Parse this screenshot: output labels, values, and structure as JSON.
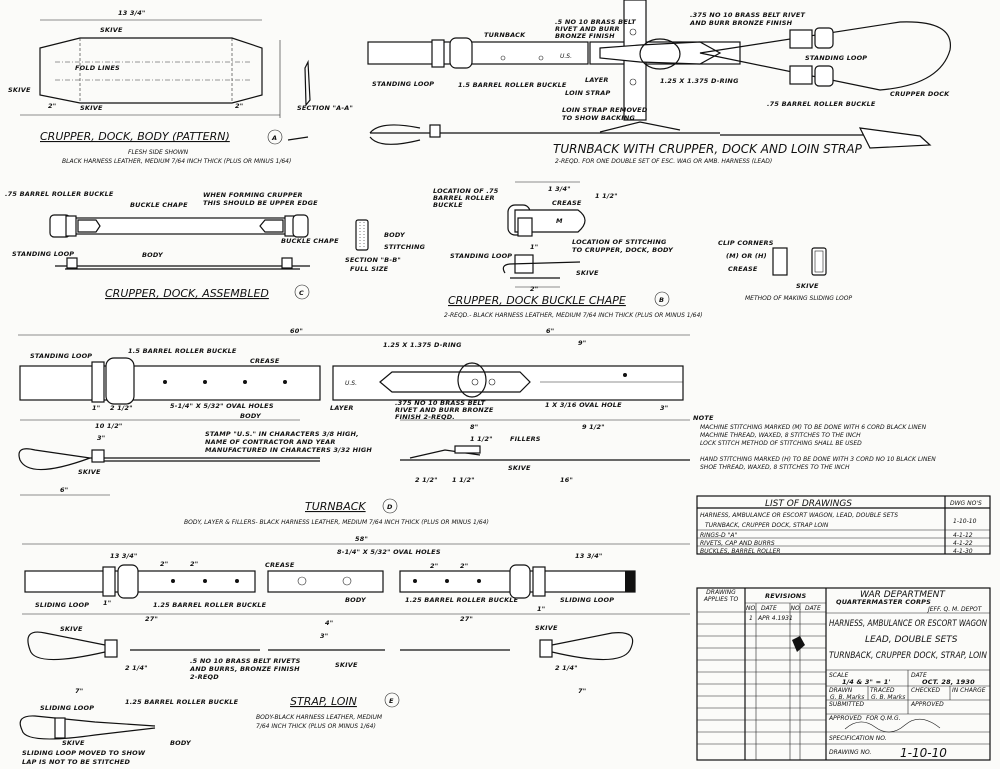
{
  "pattern": {
    "title": "CRUPPER, DOCK, BODY (PATTERN)",
    "mark": "A",
    "sub1": "FLESH SIDE SHOWN",
    "sub2": "BLACK HARNESS LEATHER, MEDIUM 7/64 INCH THICK (PLUS OR MINUS 1/64)",
    "dim_len": "13 3/4\"",
    "skive_top": "SKIVE",
    "fold": "FOLD LINES",
    "skive_left": "SKIVE",
    "skive_bot": "SKIVE",
    "dim_2a": "2\"",
    "dim_2b": "2\"",
    "section": "SECTION \"A-A\""
  },
  "assembled": {
    "title": "CRUPPER, DOCK, ASSEMBLED",
    "mark": "C",
    "buckle": ".75 BARREL ROLLER BUCKLE",
    "chape1": "BUCKLE CHAPE",
    "note1": "WHEN FORMING CRUPPER",
    "note2": "THIS SHOULD BE UPPER EDGE",
    "chape2": "BUCKLE CHAPE",
    "standing": "STANDING LOOP",
    "body": "BODY",
    "sec_body": "BODY",
    "sec_stitch": "STITCHING",
    "sec_title": "SECTION \"B-B\"",
    "sec_size": "FULL SIZE"
  },
  "turnback_crupper": {
    "title": "TURNBACK WITH CRUPPER, DOCK AND LOIN STRAP",
    "sub": "2-REQD. FOR ONE DOUBLE SET OF ESC. WAG OR AMB. HARNESS (LEAD)",
    "turnback": "TURNBACK",
    "standing": "STANDING LOOP",
    "buckle": "1.5 BARREL ROLLER BUCKLE",
    "rivet1a": ".5 NO 10 BRASS BELT",
    "rivet1b": "RIVET AND BURR",
    "rivet1c": "BRONZE FINISH",
    "layer": "LAYER",
    "loin": "LOIN STRAP",
    "rivet2a": ".375 NO 10 BRASS BELT RIVET",
    "rivet2b": "AND BURR BRONZE FINISH",
    "dring": "1.25 X 1.375 D-RING",
    "standing2": "STANDING LOOP",
    "crupper": "CRUPPER DOCK",
    "buckle2": ".75 BARREL ROLLER BUCKLE",
    "removed1": "LOIN STRAP REMOVED",
    "removed2": "TO SHOW BACKING",
    "us": "U.S."
  },
  "chape": {
    "title": "CRUPPER, DOCK BUCKLE CHAPE",
    "mark": "B",
    "sub": "2-REQD.- BLACK HARNESS LEATHER, MEDIUM 7/64 INCH THICK (PLUS OR MINUS 1/64)",
    "loc1": "LOCATION OF .75",
    "loc2": "BARREL ROLLER",
    "loc3": "BUCKLE",
    "dim_w": "1 3/4\"",
    "crease": "CREASE",
    "dim_h": "1 1/2\"",
    "m": "M",
    "stitch1": "LOCATION OF STITCHING",
    "stitch2": "TO CRUPPER, DOCK, BODY",
    "standing": "STANDING LOOP",
    "skive": "SKIVE",
    "dim_2": "2\"",
    "dim_1": "1\""
  },
  "sliding": {
    "clip": "CLIP CORNERS",
    "mh": "(M) OR (H)",
    "crease": "CREASE",
    "skive": "SKIVE",
    "title": "METHOD OF MAKING SLIDING LOOP"
  },
  "turnback": {
    "title": "TURNBACK",
    "mark": "D",
    "sub": "BODY, LAYER & FILLERS- BLACK HARNESS LEATHER, MEDIUM 7/64 INCH THICK (PLUS OR MINUS 1/64)",
    "dim_60": "60\"",
    "standing": "STANDING LOOP",
    "buckle": "1.5 BARREL ROLLER BUCKLE",
    "crease": "CREASE",
    "holes": "5-1/4\" X 5/32\" OVAL HOLES",
    "dim_2_5": "2 1/2\"",
    "dim_10_5": "10 1/2\"",
    "dim_1": "1\"",
    "body": "BODY",
    "layer": "LAYER",
    "dring": "1.25 X 1.375 D-RING",
    "rivet1": ".375 NO 10 BRASS BELT",
    "rivet2": "RIVET AND BURR BRONZE",
    "rivet3": "FINISH 2-REQD.",
    "oval": "1 X 3/16 OVAL HOLE",
    "dim_9": "9\"",
    "dim_8": "8\"",
    "dim_9_5": "9 1/2\"",
    "dim_3b": "3\"",
    "dim_6top": "6\"",
    "stamp1": "STAMP \"U.S.\" IN CHARACTERS 3/8 HIGH,",
    "stamp2": "NAME OF CONTRACTOR AND YEAR",
    "stamp3": "MANUFACTURED IN CHARACTERS 3/32 HIGH",
    "dim_3": "3\"",
    "dim_6": "6\"",
    "skive": "SKIVE",
    "fillers": "FILLERS",
    "skive2": "SKIVE",
    "dim_16": "16\"",
    "dim_2_5b": "2 1/2\"",
    "dim_1_5": "1 1/2\"",
    "dim_1_5b": "1 1/2\"",
    "us": "U.S."
  },
  "loin": {
    "title": "STRAP, LOIN",
    "mark": "E",
    "sub1": "BODY-BLACK HARNESS LEATHER, MEDIUM",
    "sub2": "7/64 INCH THICK (PLUS OR MINUS 1/64)",
    "dim_58": "58\"",
    "dim_l": "13 3/4\"",
    "dim_r": "13 3/4\"",
    "dim_2a": "2\"",
    "dim_2b": "2\"",
    "dim_2c": "2\"",
    "dim_2d": "2\"",
    "crease": "CREASE",
    "holes": "8-1/4\" X 5/32\" OVAL HOLES",
    "sliding_l": "SLIDING LOOP",
    "buckle_l": "1.25 BARREL ROLLER BUCKLE",
    "buckle_r": "1.25 BARREL ROLLER BUCKLE",
    "sliding_r": "SLIDING LOOP",
    "body": "BODY",
    "dim_27a": "27\"",
    "dim_27b": "27\"",
    "dim_4": "4\"",
    "dim_3": "3\"",
    "skive_l": "SKIVE",
    "skive_r": "SKIVE",
    "skive_c": "SKIVE",
    "rivet1": ".5 NO 10 BRASS BELT RIVETS",
    "rivet2": "AND BURRS, BRONZE FINISH",
    "rivet3": "2-REQD",
    "dim_2_25a": "2 1/4\"",
    "dim_7a": "7\"",
    "dim_2_25b": "2 1/4\"",
    "dim_7b": "7\"",
    "dim_1a": "1\"",
    "dim_1b": "1\"",
    "b_sliding": "SLIDING LOOP",
    "b_buckle": "1.25 BARREL ROLLER BUCKLE",
    "b_skive": "SKIVE",
    "b_body": "BODY",
    "b_note1": "SLIDING LOOP MOVED TO SHOW",
    "b_note2": "LAP IS NOT TO BE STITCHED"
  },
  "note": {
    "heading": "NOTE",
    "l1": "MACHINE STITCHING MARKED (M) TO BE DONE WITH 6 CORD BLACK LINEN",
    "l2": "MACHINE THREAD, WAXED, 8 STITCHES TO THE INCH",
    "l3": "LOCK STITCH METHOD OF STITCHING SHALL BE USED",
    "l4": "HAND STITCHING MARKED (H) TO BE DONE WITH 3 CORD NO 10 BLACK LINEN",
    "l5": "SHOE THREAD, WAXED, 8 STITCHES TO THE INCH"
  },
  "drawings_list": {
    "title": "LIST OF DRAWINGS",
    "col_no": "DWG NO'S",
    "rows": [
      {
        "name1": "HARNESS, AMBULANCE OR ESCORT WAGON, LEAD, DOUBLE SETS",
        "name2": "TURNBACK, CRUPPER DOCK, STRAP LOIN",
        "no": "1-10-10"
      },
      {
        "name1": "RINGS-D \"A\"",
        "no": "4-1-12"
      },
      {
        "name1": "RIVETS, CAP AND BURRS",
        "no": "4-1-22"
      },
      {
        "name1": "BUCKLES, BARREL ROLLER",
        "no": "4-1-30"
      }
    ]
  },
  "title_block": {
    "drawing_applies_to": "DRAWING APPLIES TO",
    "revisions": "REVISIONS",
    "no1": "NO.",
    "date1": "DATE",
    "no2": "NO.",
    "date2": "DATE",
    "rev_no": "1",
    "rev_date": "APR 4.1931",
    "dept": "WAR DEPARTMENT",
    "corps": "QUARTERMASTER CORPS",
    "depot": "JEFF. Q. M. DEPOT",
    "title1": "HARNESS, AMBULANCE OR ESCORT WAGON",
    "title2": "LEAD, DOUBLE SETS",
    "title3": "TURNBACK, CRUPPER DOCK, STRAP, LOIN",
    "scale_label": "SCALE",
    "scale": "1/4 & 3\" = 1'",
    "date_label": "DATE",
    "date": "OCT. 28, 1930",
    "drawn": "DRAWN",
    "drawn_by": "G. B. Marks",
    "traced": "TRACED",
    "traced_by": "G. B. Marks",
    "checked": "CHECKED",
    "in_charge": "IN CHARGE",
    "submitted": "SUBMITTED",
    "approved_label": "APPROVED",
    "approved_for": "FOR Q.M.G.",
    "spec": "SPECIFICATION NO.",
    "drawing_no_label": "DRAWING NO.",
    "drawing_no": "1-10-10"
  }
}
